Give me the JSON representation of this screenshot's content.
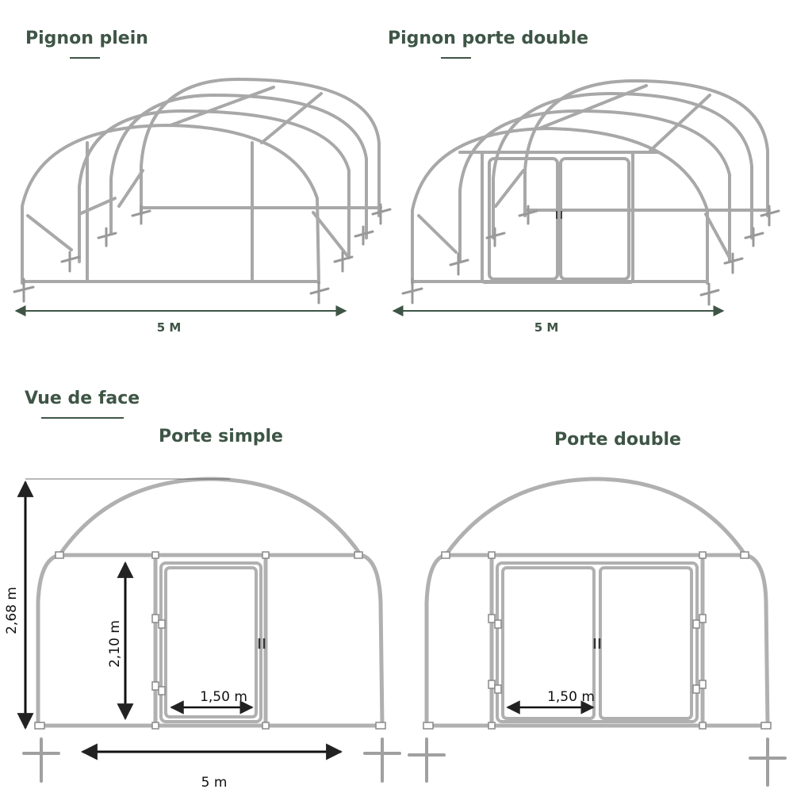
{
  "headings": {
    "pignon_plein": "Pignon plein",
    "pignon_porte_double": "Pignon porte double",
    "vue_de_face": "Vue de face",
    "porte_simple": "Porte simple",
    "porte_double": "Porte double"
  },
  "dimensions": {
    "length_top_left": "5 M",
    "length_top_right": "5 M",
    "height_total": "2,68 m",
    "door_height": "2,10 m",
    "door_width_simple": "1,50 m",
    "door_width_double": "1,50 m",
    "width_front": "5 m"
  },
  "colors": {
    "heading": "#3e5546",
    "frame": "#b5b5b5",
    "frame_dark": "#777777",
    "dimension": "#222222"
  }
}
